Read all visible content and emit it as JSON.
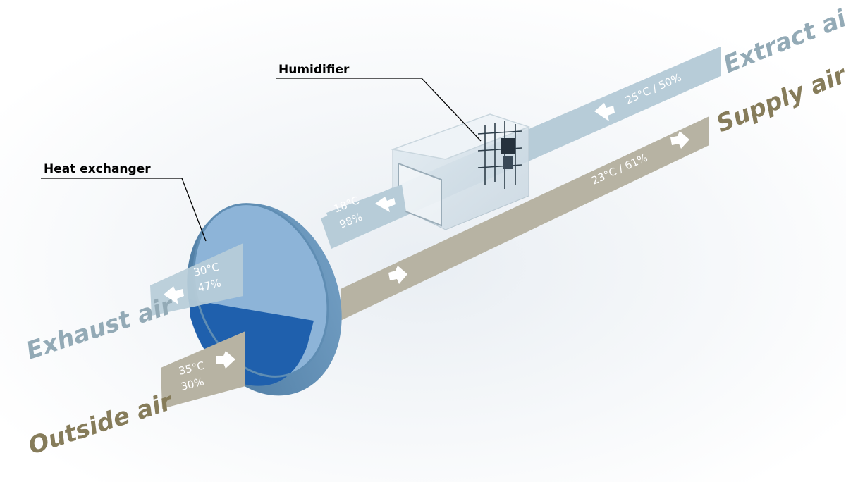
{
  "callouts": {
    "humidifier": "Humidifier",
    "heat_exchanger": "Heat exchanger"
  },
  "streams": {
    "extract_air": {
      "label": "Extract air",
      "reading": "25°C / 50%",
      "color": "#93aab6"
    },
    "supply_air": {
      "label": "Supply air",
      "reading": "23°C / 61%",
      "color": "#867c5a"
    },
    "exhaust_air": {
      "label": "Exhaust air",
      "reading_line1": "30°C",
      "reading_line2": "47%",
      "color": "#93aab6"
    },
    "outside_air": {
      "label": "Outside air",
      "reading_line1": "35°C",
      "reading_line2": "30%",
      "color": "#867c5a"
    },
    "humidified": {
      "reading_line1": "18°C",
      "reading_line2": "98%"
    }
  },
  "colors": {
    "blue_band": "#b7ccd8",
    "tan_band": "#b7b3a3",
    "wheel_rim": "#5f8db3",
    "wheel_face_light": "#8db4d8",
    "wheel_face_dark": "#1f60ad"
  },
  "icons": {
    "arrow": "white-chevron-arrow"
  }
}
